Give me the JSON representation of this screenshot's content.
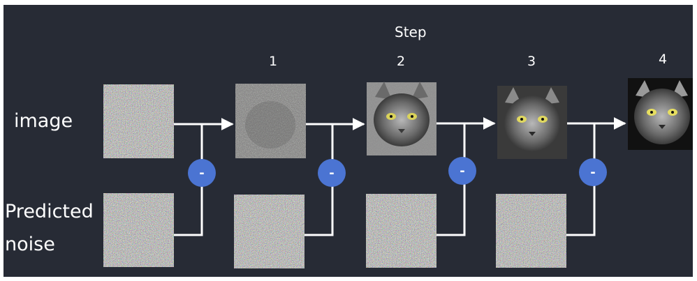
{
  "header": {
    "step_title": "Step"
  },
  "steps": [
    "1",
    "2",
    "3",
    "4"
  ],
  "row_labels": {
    "image": "image",
    "noise_line1": "Predicted",
    "noise_line2": "noise"
  },
  "operator_symbol": "-",
  "colors": {
    "background": "#272b35",
    "connector": "#ffffff",
    "operator_circle": "#4b74d2",
    "noise_tile": "#8a8a7f"
  },
  "icons": {
    "operator": "minus-circle-icon",
    "arrow": "arrow-right-icon",
    "cat": "cat-image"
  }
}
